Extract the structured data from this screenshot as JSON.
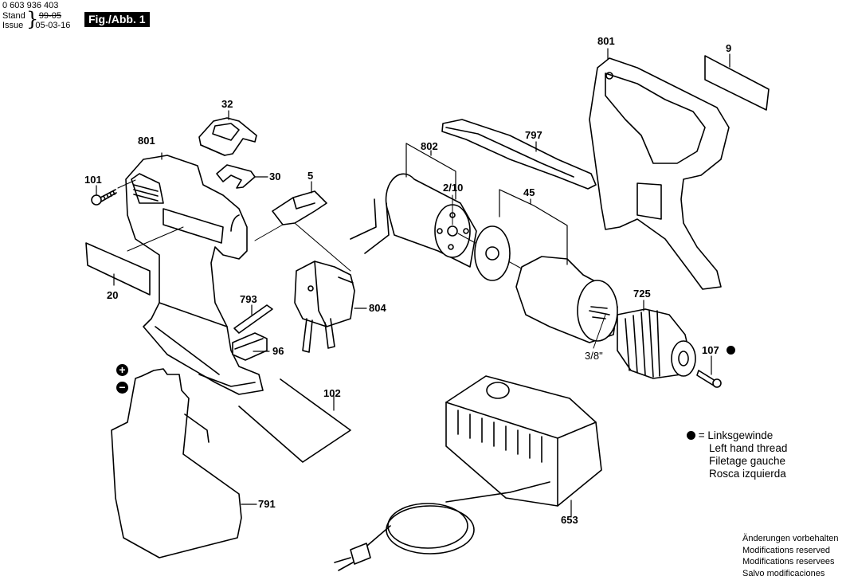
{
  "header": {
    "part_number": "0 603 936 403",
    "stand_label": "Stand",
    "stand_value_struck": "99-05",
    "issue_label": "Issue",
    "issue_value": "05-03-16",
    "figure_badge": "Fig./Abb. 1"
  },
  "parts": {
    "p32": "32",
    "p801_left": "801",
    "p101": "101",
    "p30": "30",
    "p5": "5",
    "p20": "20",
    "p793": "793",
    "p96": "96",
    "p804": "804",
    "p102": "102",
    "p791": "791",
    "p802": "802",
    "p2_10": "2/10",
    "p797": "797",
    "p45": "45",
    "p801_right": "801",
    "p9": "9",
    "p725": "725",
    "thread_size": "3/8\"",
    "p107": "107",
    "p653": "653"
  },
  "battery_polarity": {
    "plus": "+",
    "minus": "−"
  },
  "legend": {
    "symbol": "filled-dot",
    "equals": "=",
    "lines": [
      "Linksgewinde",
      "Left hand thread",
      "Filetage gauche",
      "Rosca izquierda"
    ]
  },
  "footer": {
    "lines": [
      "Änderungen vorbehalten",
      "Modifications reserved",
      "Modifications reservees",
      "Salvo modificaciones"
    ]
  }
}
